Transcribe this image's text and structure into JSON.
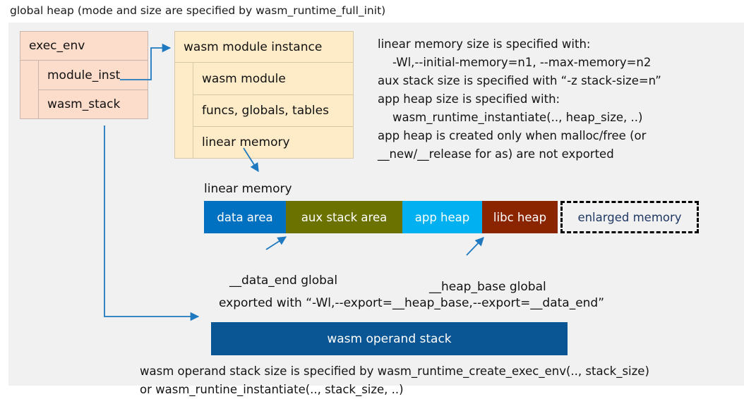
{
  "title": "global heap (mode and size are specified by wasm_runtime_full_init)",
  "exec_env": {
    "header": "exec_env",
    "rows": [
      "module_inst",
      "wasm_stack"
    ]
  },
  "module_instance": {
    "header": "wasm module instance",
    "rows": [
      "wasm module",
      "funcs, globals, tables",
      "linear memory"
    ]
  },
  "note": "linear memory size is specified with:\n    -Wl,--initial-memory=n1, --max-memory=n2\naux stack size is specified with “-z stack-size=n”\napp heap size is specified with:\n    wasm_runtime_instantiate(.., heap_size, ..)\napp heap is created only when malloc/free (or\n__new/__release for as) are not exported",
  "linear_memory": {
    "label": "linear memory",
    "segments": [
      {
        "label": "data area",
        "color": "#0070c0",
        "text_color": "#ffffff"
      },
      {
        "label": "aux stack area",
        "color": "#6b7200",
        "text_color": "#ffffff"
      },
      {
        "label": "app heap",
        "color": "#00b0f0",
        "text_color": "#ffffff"
      },
      {
        "label": "libc heap",
        "color": "#8b2500",
        "text_color": "#ffffff"
      },
      {
        "label": "enlarged memory",
        "color": "#f1f1f1",
        "text_color": "#1f3864"
      }
    ]
  },
  "annotations": {
    "data_end": "__data_end global",
    "heap_base": "__heap_base global",
    "exported": "exported with “-Wl,--export=__heap_base,--export=__data_end”"
  },
  "operand_stack": {
    "label": "wasm operand stack",
    "note": "wasm operand stack size is specified by wasm_runtime_create_exec_env(.., stack_size)\nor wasm_runtine_instantiate(.., stack_size, ..)"
  },
  "colors": {
    "canvas_bg": "#f1f1f1",
    "exec_env_fill": "#fcdccb",
    "module_fill": "#feebc8",
    "operand_stack_fill": "#0a5694",
    "connector": "#1f79c0"
  }
}
